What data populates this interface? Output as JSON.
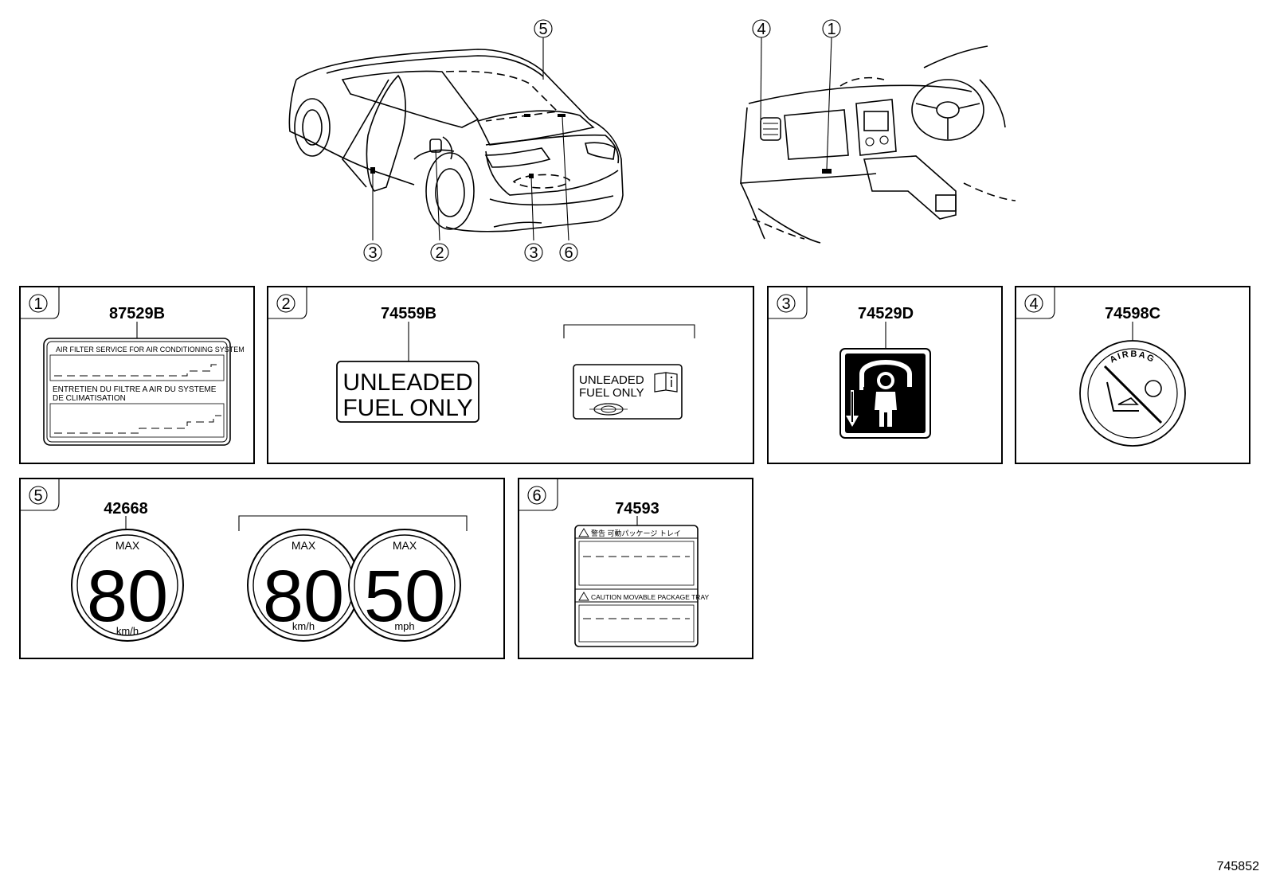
{
  "diagram_id": "745852",
  "callouts": {
    "car_rear": [
      {
        "id": "c5",
        "label": "5"
      },
      {
        "id": "c3a",
        "label": "3"
      },
      {
        "id": "c2",
        "label": "2"
      },
      {
        "id": "c3b",
        "label": "3"
      },
      {
        "id": "c6",
        "label": "6"
      }
    ],
    "dashboard": [
      {
        "id": "c4",
        "label": "4"
      },
      {
        "id": "c1",
        "label": "1"
      }
    ]
  },
  "panels": [
    {
      "index": "1",
      "part_number": "87529B",
      "label_lines": [
        "AIR FILTER SERVICE FOR AIR CONDITIONING SYSTEM",
        "ENTRETIEN DU FILTRE A AIR DU SYSTEME",
        "DE CLIMATISATION"
      ]
    },
    {
      "index": "2",
      "part_number": "74559B",
      "label_large": [
        "UNLEADED",
        "FUEL ONLY"
      ],
      "label_small": [
        "UNLEADED",
        "FUEL ONLY"
      ]
    },
    {
      "index": "3",
      "part_number": "74529D"
    },
    {
      "index": "4",
      "part_number": "74598C",
      "ring_text": "AIRBAG"
    },
    {
      "index": "5",
      "part_number": "42668",
      "sign_single": {
        "top": "MAX",
        "number": "80",
        "unit": "km/h"
      },
      "sign_dual": [
        {
          "top": "MAX",
          "number": "80",
          "unit": "km/h"
        },
        {
          "top": "MAX",
          "number": "50",
          "unit": "mph"
        }
      ]
    },
    {
      "index": "6",
      "part_number": "74593",
      "header_jp": "警告 可動パッケージ トレイ",
      "header_en": "CAUTION MOVABLE PACKAGE TRAY"
    }
  ]
}
